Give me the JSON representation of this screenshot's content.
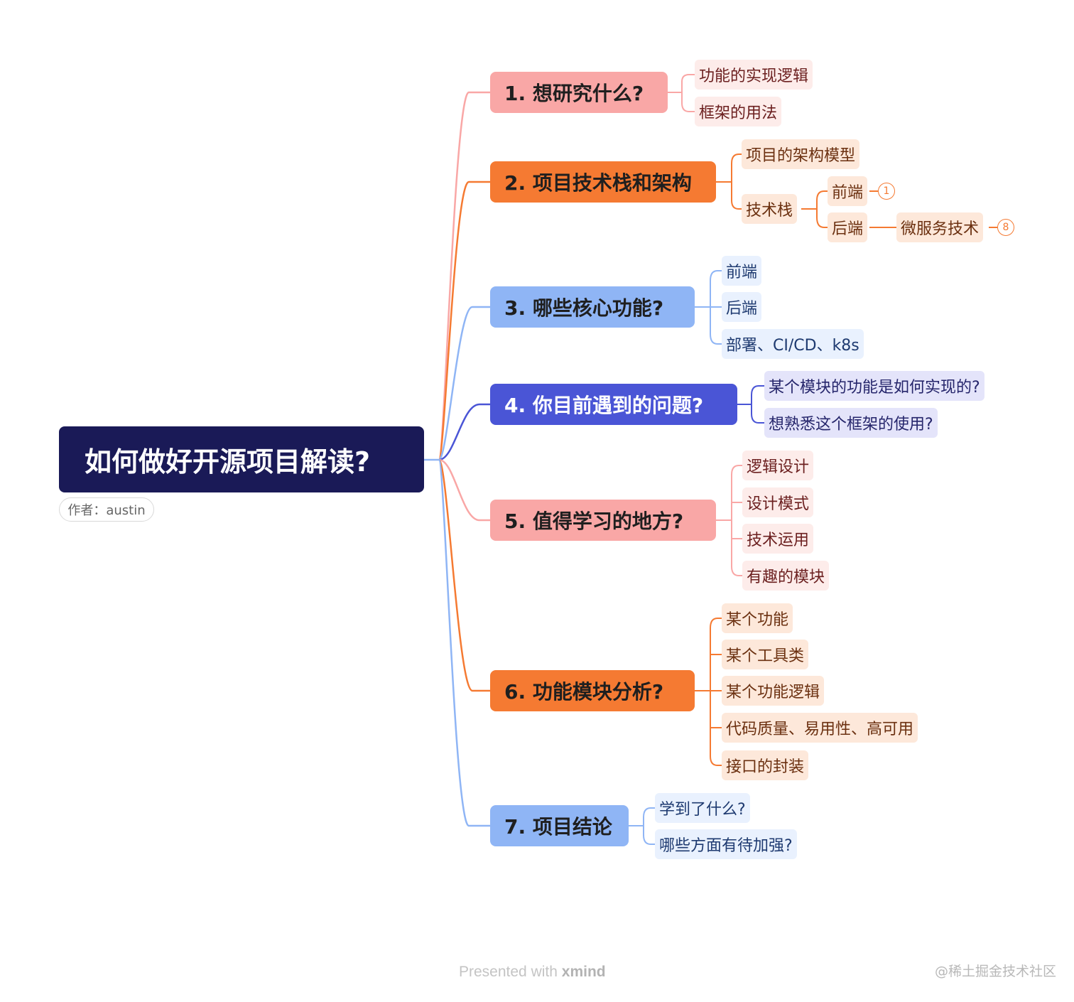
{
  "root": {
    "title": "如何做好开源项目解读?",
    "author": "作者：austin"
  },
  "branches": [
    {
      "label": "1. 想研究什么?",
      "children": [
        "功能的实现逻辑",
        "框架的用法"
      ]
    },
    {
      "label": "2. 项目技术栈和架构",
      "children": [
        "项目的架构模型",
        "技术栈"
      ],
      "tech_stack": {
        "frontend": "前端",
        "frontend_badge": "1",
        "backend": "后端",
        "microservice": "微服务技术",
        "microservice_badge": "8"
      }
    },
    {
      "label": "3. 哪些核心功能?",
      "children": [
        "前端",
        "后端",
        "部署、CI/CD、k8s"
      ]
    },
    {
      "label": "4. 你目前遇到的问题?",
      "children": [
        "某个模块的功能是如何实现的?",
        "想熟悉这个框架的使用?"
      ]
    },
    {
      "label": "5. 值得学习的地方?",
      "children": [
        "逻辑设计",
        "设计模式",
        "技术运用",
        "有趣的模块"
      ]
    },
    {
      "label": "6. 功能模块分析?",
      "children": [
        "某个功能",
        "某个工具类",
        "某个功能逻辑",
        "代码质量、易用性、高可用",
        "接口的封装"
      ]
    },
    {
      "label": "7. 项目结论",
      "children": [
        "学到了什么?",
        "哪些方面有待加强?"
      ]
    }
  ],
  "footer": {
    "presented_with": "Presented with",
    "brand": "xmind"
  },
  "watermark": "@稀土掘金技术社区",
  "colors": {
    "root": "#1a1a57",
    "pink": "#f9a7a6",
    "orange": "#f57a32",
    "blue": "#8fb5f5",
    "indigo": "#4a55d6"
  }
}
